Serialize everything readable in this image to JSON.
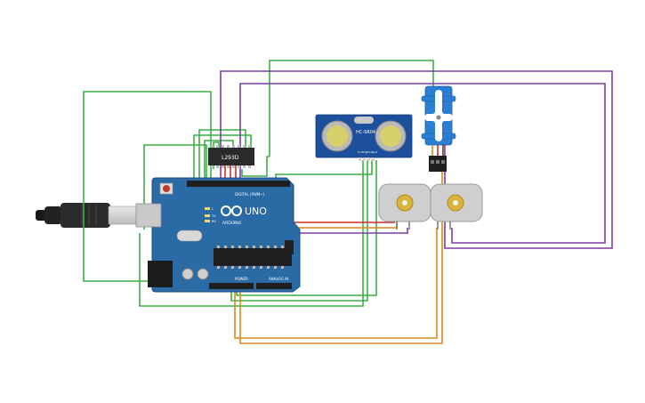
{
  "board": {
    "model_label": "UNO",
    "brand_label": "ARDUINO",
    "digital_label": "DIGITAL (PWM~)",
    "power_label": "POWER",
    "analog_label": "ANALOG IN",
    "tx_label": "TX",
    "rx_label": "RX",
    "l_label": "L"
  },
  "driver": {
    "label": "L293D"
  },
  "sensor": {
    "label": "HC-SR04",
    "pin_labels": [
      "Vcc",
      "Trig",
      "Echo",
      "Gnd"
    ]
  },
  "colors": {
    "board": "#2a6aa5",
    "wire_green": "#3cb043",
    "wire_purple": "#7b3fa1",
    "wire_orange": "#d98a1c",
    "wire_red": "#d42a2a",
    "servo": "#2a7fd4",
    "sensor": "#1c4f9c"
  }
}
